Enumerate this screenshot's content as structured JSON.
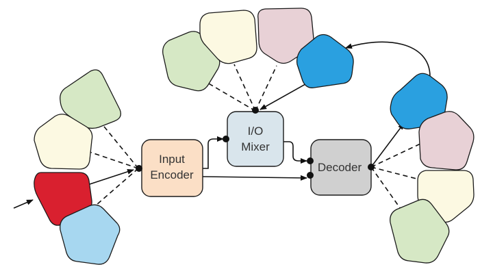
{
  "nodes": {
    "encoder": {
      "line1": "Input",
      "line2": "Encoder",
      "color": "#fbdfc6"
    },
    "mixer": {
      "line1": "I/O",
      "line2": "Mixer",
      "color": "#d9e5ec"
    },
    "decoder": {
      "label": "Decoder",
      "color": "#d0d0d0"
    }
  },
  "module_colors": {
    "green": "#d6e8c5",
    "cream": "#fcf9e2",
    "pink": "#e8d1d6",
    "blue": "#2aa0e0",
    "red": "#d9202f",
    "light_blue": "#a7d7f0"
  }
}
